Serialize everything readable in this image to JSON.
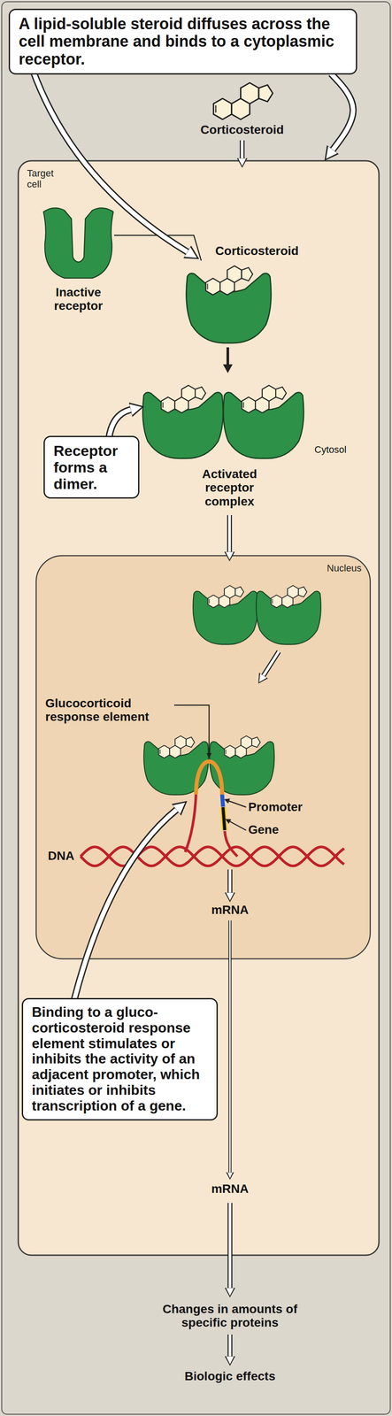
{
  "diagram": {
    "nodes": [
      {
        "text": [
          "A lipid-soluble steroid diffuses across the cell membrane and binds to a cytoplasmic receptor."
        ]
      },
      {
        "text": [
          "Target cell"
        ]
      },
      {
        "text": [
          "Receptor forms a dimer."
        ],
        "in": 1
      },
      {
        "text": [
          "Nucleus"
        ],
        "in": 1
      },
      {
        "text": [
          "Binding to a gluco-corticosteroid response element stimulates or inhibits the activity of an adjacent promoter, which initiates or inhibits transcription of a gene."
        ],
        "in": 1
      }
    ],
    "edges": [
      {
        "from": 0,
        "to": 1,
        "arrow": "to"
      }
    ],
    "labels": [
      "Corticosteroid",
      "Corticosteroid",
      "Inactive receptor",
      "Cytosol",
      "Activated receptor complex",
      "Glucocorticoid response element",
      "Promoter",
      "Gene",
      "DNA",
      "mRNA",
      "mRNA",
      "Changes in amounts of specific proteins",
      "Biologic effects"
    ]
  }
}
